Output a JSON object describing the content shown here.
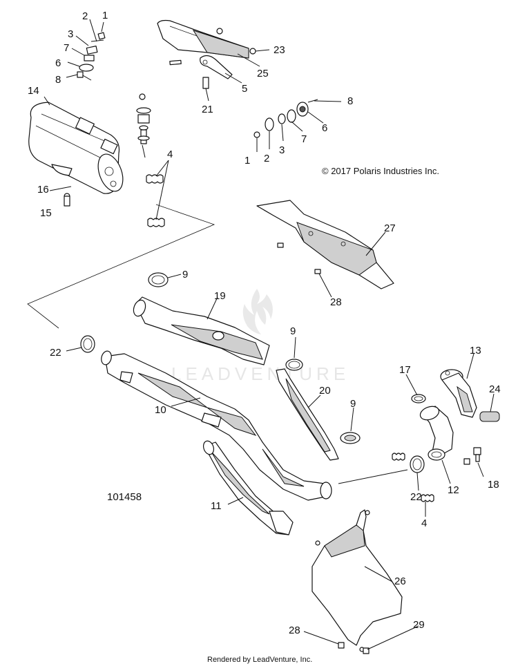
{
  "watermark": "LEADVENTURE",
  "copyright": "© 2017 Polaris Industries Inc.",
  "diagram_id": "101458",
  "footer": "Rendered by LeadVenture, Inc.",
  "callouts": {
    "c1a": "1",
    "c2a": "2",
    "c3a": "3",
    "c7a": "7",
    "c6a": "6",
    "c8a": "8",
    "c14": "14",
    "c4a": "4",
    "c16": "16",
    "c15": "15",
    "c23": "23",
    "c25": "25",
    "c5": "5",
    "c21": "21",
    "c8b": "8",
    "c6b": "6",
    "c7b": "7",
    "c3b": "3",
    "c2b": "2",
    "c1b": "1",
    "c27": "27",
    "c28a": "28",
    "c9a": "9",
    "c19": "19",
    "c22a": "22",
    "c9b": "9",
    "c10": "10",
    "c20": "20",
    "c9c": "9",
    "c17": "17",
    "c13": "13",
    "c24": "24",
    "c18": "18",
    "c12": "12",
    "c22b": "22",
    "c4b": "4",
    "c11": "11",
    "c26": "26",
    "c28b": "28",
    "c29": "29"
  }
}
